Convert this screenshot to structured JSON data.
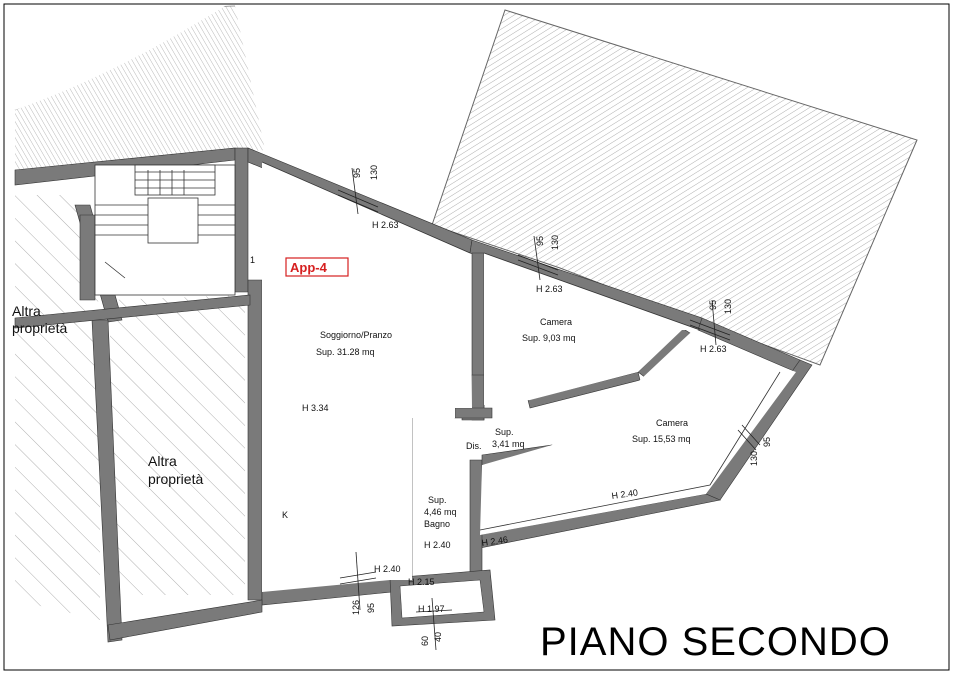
{
  "plan": {
    "title": "PIANO SECONDO",
    "unit_tag": "App-4",
    "colors": {
      "wall": "#7a7a7a",
      "tag": "#d62020",
      "hatch": "#9a9a9a"
    },
    "neighbor_top": "Altra\nproprietà",
    "neighbor_left": "Altra\nproprietà",
    "rooms": {
      "living": {
        "name": "Soggiorno/Pranzo",
        "area": "Sup. 31.28 mq",
        "height": "H 3.34",
        "kitchen": "K"
      },
      "bedroom1": {
        "name": "Camera",
        "area": "Sup. 9,03 mq"
      },
      "bedroom2": {
        "name": "Camera",
        "area": "Sup. 15,53 mq"
      },
      "hallway": {
        "area_label": "Sup.",
        "area_value": "3,41 mq",
        "code": "Dis."
      },
      "bathroom": {
        "area_label": "Sup.",
        "area_value": "4,46 mq",
        "name": "Bagno",
        "height": "H 2.40"
      }
    },
    "heights": {
      "h1": "H 2.63",
      "h2": "H 2.63",
      "h3": "H 2.63",
      "h4": "H 2.40",
      "h5": "H 2.46",
      "h6": "H 2.40",
      "h7": "H 2.15",
      "h8": "H 1.97"
    },
    "dimensions": {
      "w1a": "95",
      "w1b": "130",
      "w2a": "95",
      "w2b": "130",
      "w3a": "95",
      "w3b": "130",
      "w4a": "95",
      "w4b": "130",
      "w5a": "95",
      "w5b": "126",
      "w6a": "40",
      "w6b": "60"
    },
    "stair_step": "1"
  }
}
